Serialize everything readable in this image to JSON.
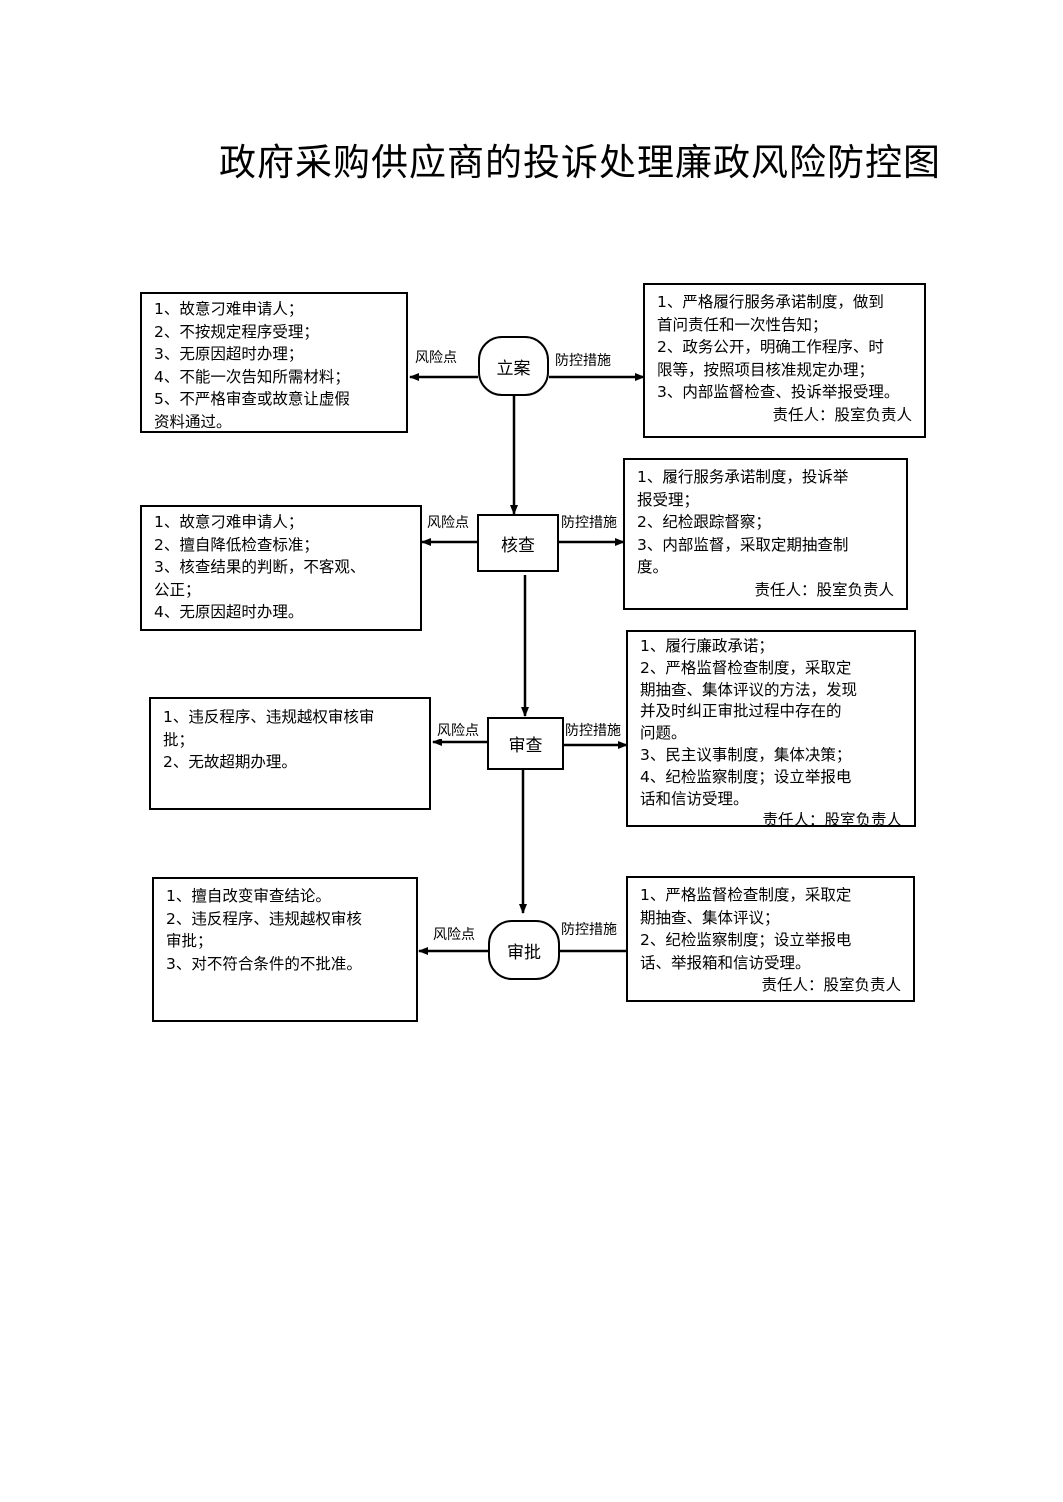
{
  "title": "政府采购供应商的投诉处理廉政风险防控图",
  "labels": {
    "risk": "风险点",
    "control": "防控措施"
  },
  "steps": [
    {
      "node": "立案",
      "risks": [
        "1、故意刁难申请人；",
        "2、不按规定程序受理；",
        "3、无原因超时办理；",
        "4、不能一次告知所需材料；",
        "5、不严格审查或故意让虚假",
        "资料通过。"
      ],
      "controls": [
        "1、严格履行服务承诺制度，做到",
        "首问责任和一次性告知；",
        "2、政务公开，明确工作程序、时",
        "限等，按照项目核准规定办理；",
        "3、内部监督检查、投诉举报受理。"
      ],
      "responsible": "责任人：股室负责人"
    },
    {
      "node": "核查",
      "risks": [
        "1、故意刁难申请人；",
        "2、擅自降低检查标准；",
        "3、核查结果的判断，不客观、",
        "公正；",
        "4、无原因超时办理。"
      ],
      "controls": [
        "1、履行服务承诺制度，投诉举",
        "报受理；",
        "2、纪检跟踪督察；",
        "3、内部监督，采取定期抽查制",
        "度。"
      ],
      "responsible": "责任人：股室负责人"
    },
    {
      "node": "审查",
      "risks": [
        "1、违反程序、违规越权审核审",
        "批；",
        "2、无故超期办理。"
      ],
      "controls": [
        "1、履行廉政承诺；",
        "2、严格监督检查制度，采取定",
        "期抽查、集体评议的方法，发现",
        "并及时纠正审批过程中存在的",
        "问题。",
        "3、民主议事制度，集体决策；",
        "4、纪检监察制度；设立举报电",
        "话和信访受理。"
      ],
      "responsible": "责任人：股室负责人"
    },
    {
      "node": "审批",
      "risks": [
        "1、擅自改变审查结论。",
        "2、违反程序、违规越权审核",
        "审批；",
        "3、对不符合条件的不批准。"
      ],
      "controls": [
        "1、严格监督检查制度，采取定",
        "期抽查、集体评议；",
        "2、纪检监察制度；设立举报电",
        "话、举报箱和信访受理。"
      ],
      "responsible": "责任人：股室负责人"
    }
  ]
}
